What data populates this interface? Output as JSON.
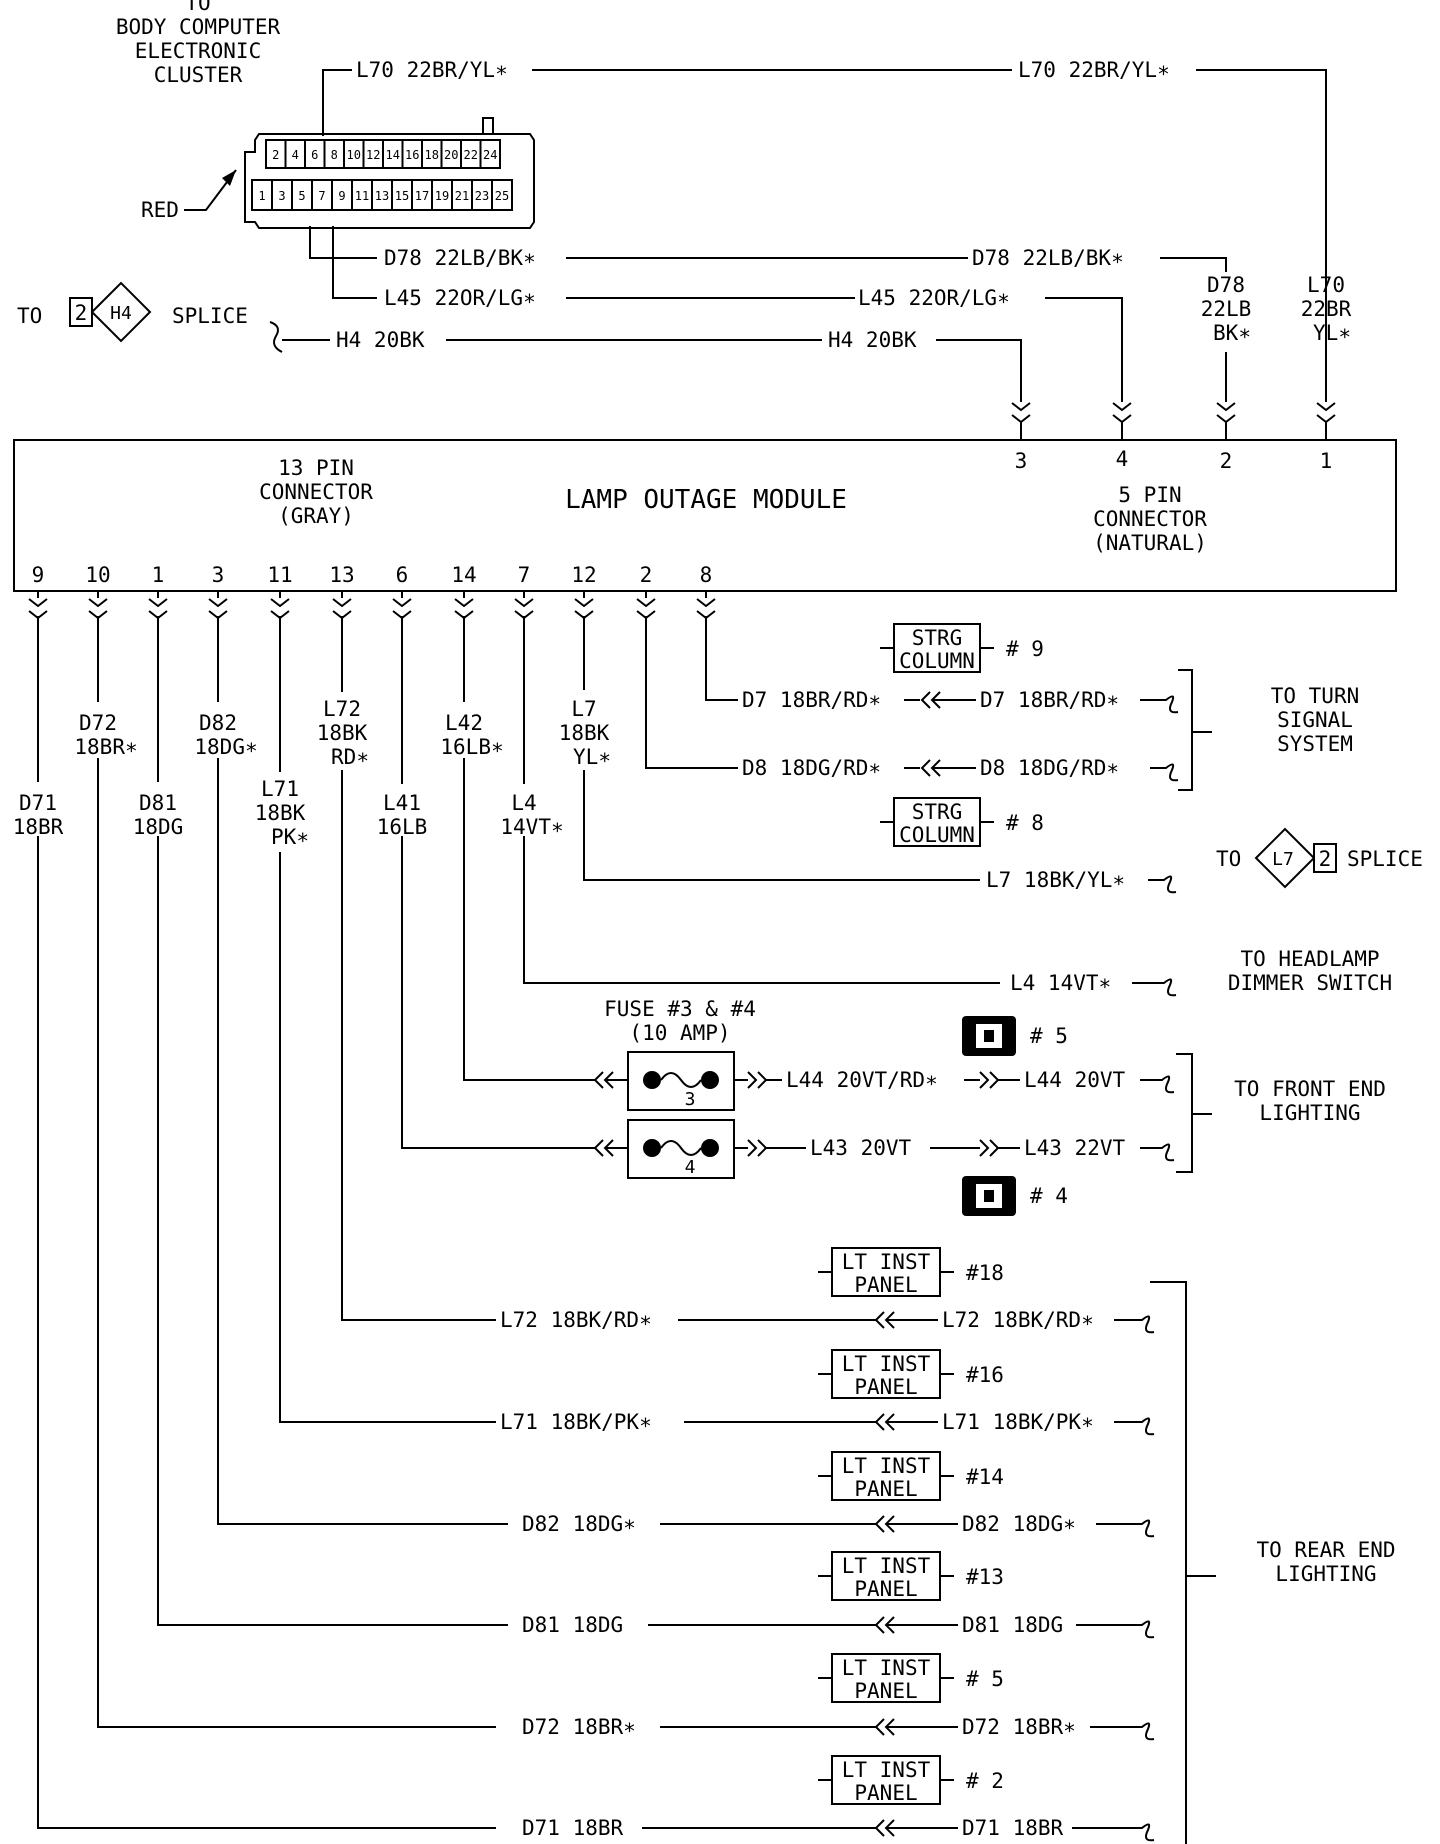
{
  "page": {
    "title": "LAMP OUTAGE MODULE"
  },
  "body_computer": {
    "lines": [
      "TO",
      "BODY COMPUTER",
      "ELECTRONIC",
      "CLUSTER"
    ],
    "red_label": "RED",
    "pins_top": [
      "2",
      "4",
      "6",
      "8",
      "10",
      "12",
      "14",
      "16",
      "18",
      "20",
      "22",
      "24"
    ],
    "pins_bottom": [
      "1",
      "3",
      "5",
      "7",
      "9",
      "11",
      "13",
      "15",
      "17",
      "19",
      "21",
      "23",
      "25"
    ]
  },
  "top_wires": {
    "l70_a": "L70 22BR/YL∗",
    "l70_b": "L70 22BR/YL∗",
    "d78_a": "D78 22LB/BK∗",
    "d78_b": "D78 22LB/BK∗",
    "l45_a": "L45 22OR/LG∗",
    "l45_b": "L45 22OR/LG∗",
    "h4_a": "H4 20BK",
    "h4_b": "H4 20BK",
    "d78_v": [
      "D78",
      "22LB",
      "BK∗"
    ],
    "l70_v": [
      "L70",
      "22BR",
      "YL∗"
    ]
  },
  "splice_h4": {
    "to": "TO",
    "num": "2",
    "id": "H4",
    "label": "SPLICE"
  },
  "module": {
    "name": "LAMP OUTAGE MODULE",
    "conn13": [
      "13 PIN",
      "CONNECTOR",
      "(GRAY)"
    ],
    "conn5": [
      "5 PIN",
      "CONNECTOR",
      "(NATURAL)"
    ],
    "pins5": [
      "3",
      "4",
      "2",
      "1"
    ],
    "pins13": [
      "9",
      "10",
      "1",
      "3",
      "11",
      "13",
      "6",
      "14",
      "7",
      "12",
      "2",
      "8"
    ]
  },
  "vertical_labels": {
    "d71": [
      "D71",
      "18BR"
    ],
    "d72": [
      "D72",
      "18BR∗"
    ],
    "d81": [
      "D81",
      "18DG"
    ],
    "d82": [
      "D82",
      "18DG∗"
    ],
    "l71": [
      "L71",
      "18BK",
      "PK∗"
    ],
    "l72": [
      "L72",
      "18BK",
      "RD∗"
    ],
    "l41": [
      "L41",
      "16LB"
    ],
    "l42": [
      "L42",
      "16LB∗"
    ],
    "l4": [
      "L4",
      "14VT∗"
    ],
    "l7": [
      "L7",
      "18BK",
      "YL∗"
    ]
  },
  "turn_signal": {
    "strg9": [
      "STRG",
      "COLUMN"
    ],
    "strg9_num": "# 9",
    "d7_a": "D7 18BR/RD∗",
    "d7_b": "D7 18BR/RD∗",
    "d8_a": "D8 18DG/RD∗",
    "d8_b": "D8 18DG/RD∗",
    "strg8": [
      "STRG",
      "COLUMN"
    ],
    "strg8_num": "# 8",
    "dest": [
      "TO TURN",
      "SIGNAL",
      "SYSTEM"
    ]
  },
  "splice_l7": {
    "to": "TO",
    "id": "L7",
    "num": "2",
    "label": "SPLICE"
  },
  "l7_wire": "L7 18BK/YL∗",
  "l4_wire": "L4 14VT∗",
  "headlamp": [
    "TO HEADLAMP",
    "DIMMER SWITCH"
  ],
  "fuse": {
    "label": [
      "FUSE #3 & #4",
      "(10 AMP)"
    ],
    "n3": "3",
    "n4": "4",
    "conn5": "# 5",
    "conn4": "# 4",
    "l44_a": "L44 20VT/RD∗",
    "l44_b": "L44 20VT",
    "l43_a": "L43 20VT",
    "l43_b": "L43 22VT",
    "dest": [
      "TO FRONT END",
      "LIGHTING"
    ]
  },
  "rear": {
    "panel": [
      "LT INST",
      "PANEL"
    ],
    "nums": [
      "#18",
      "#16",
      "#14",
      "#13",
      "# 5",
      "# 2"
    ],
    "wires_a": [
      "L72 18BK/RD∗",
      "L71 18BK/PK∗",
      "D82 18DG∗",
      "D81 18DG",
      "D72 18BR∗",
      "D71 18BR"
    ],
    "wires_b": [
      "L72 18BK/RD∗",
      "L71 18BK/PK∗",
      "D82 18DG∗",
      "D81 18DG",
      "D72 18BR∗",
      "D71 18BR"
    ],
    "dest": [
      "TO REAR END",
      "LIGHTING"
    ]
  }
}
